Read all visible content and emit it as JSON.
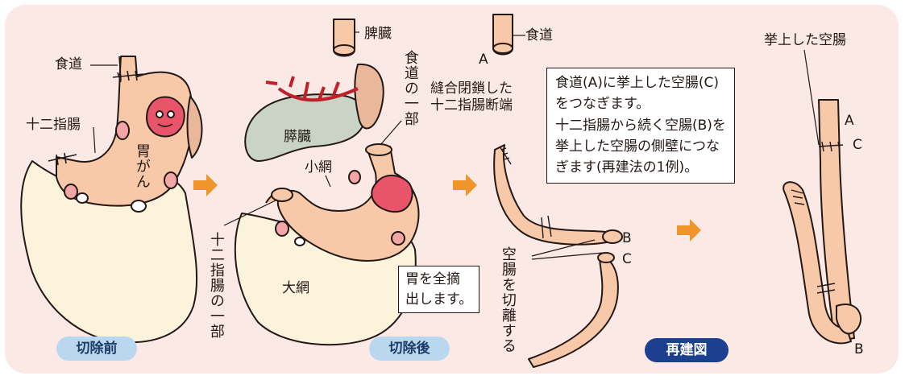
{
  "panel1": {
    "esophagus": "食道",
    "duodenum": "十二指腸",
    "cancer": "胃がん",
    "badge": "切除前"
  },
  "panel2": {
    "spleen": "脾臓",
    "pancreas": "膵臓",
    "esophagus_part": "食道の一部",
    "lesser_omentum": "小網",
    "duodenum_part": "十二指腸の一部",
    "greater_omentum": "大網",
    "note": [
      "胃を全摘",
      "出します。"
    ],
    "badge": "切除後"
  },
  "panel3": {
    "esophagus": "食道",
    "label_a": "A",
    "stump": [
      "縫合閉鎖した",
      "十二指腸断端"
    ],
    "label_b": "B",
    "label_c": "C",
    "cut_jejunum": "空腸を切離する"
  },
  "explanation": [
    "食道(A)に挙上した空腸(C)",
    "をつなぎます。",
    "十二指腸から続く空腸(B)を",
    "挙上した空腸の側壁につな",
    "ぎます(再建法の1例)。"
  ],
  "panel4": {
    "raised_jejunum": "挙上した空腸",
    "label_a": "A",
    "label_c": "C",
    "label_b": "B",
    "badge": "再建図"
  },
  "colors": {
    "background": "#fbe9e6",
    "organ": "#f7c9a8",
    "omentum": "#fbf3dc",
    "pancreas": "#c9d3c6",
    "spleen": "#e9b89a",
    "vessel": "#c0202a",
    "tumor": "#e8546a",
    "arrow": "#f0952a",
    "badge_light": "#b9d8f0",
    "badge_dark": "#1d3f8f"
  }
}
